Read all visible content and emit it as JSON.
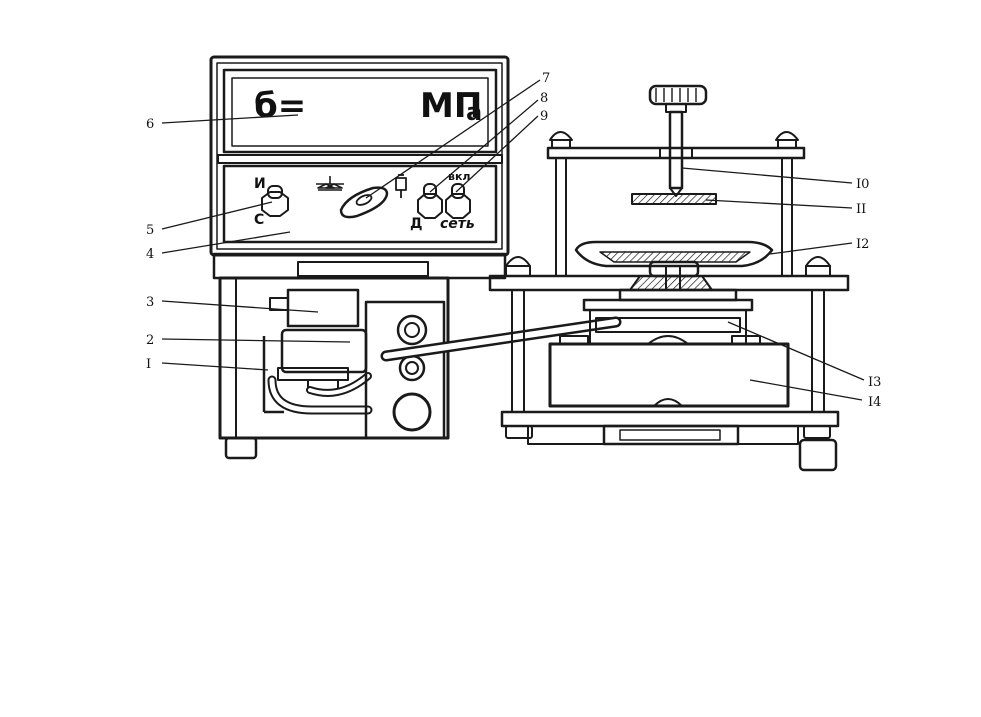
{
  "display": {
    "symbol": "б=",
    "unit_main": "МП",
    "unit_sub": "а"
  },
  "panel": {
    "switch1_top": "И",
    "switch1_bottom": "С",
    "switch2_bottom": "Д",
    "switch3_top": "вкл",
    "switch3_bottom": "сеть"
  },
  "callouts": {
    "left": [
      "6",
      "5",
      "4",
      "3",
      "2",
      "I"
    ],
    "top": [
      "7",
      "8",
      "9"
    ],
    "right": [
      "I0",
      "II",
      "I2",
      "I3",
      "I4"
    ]
  },
  "colors": {
    "line": "#1a1a1a",
    "fill": "#ffffff",
    "hatch": "#1a1a1a"
  }
}
